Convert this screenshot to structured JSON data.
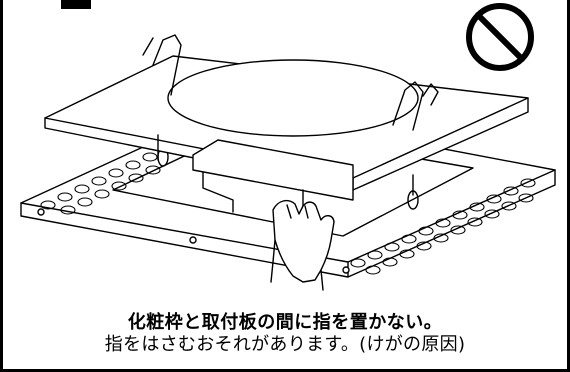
{
  "warning": {
    "symbol": "prohibition-sign",
    "color": "#000000"
  },
  "caption": {
    "line1": "化粧枠と取付板の間に指を置かない。",
    "line2": "指をはさむおそれがあります。(けがの原因)"
  }
}
